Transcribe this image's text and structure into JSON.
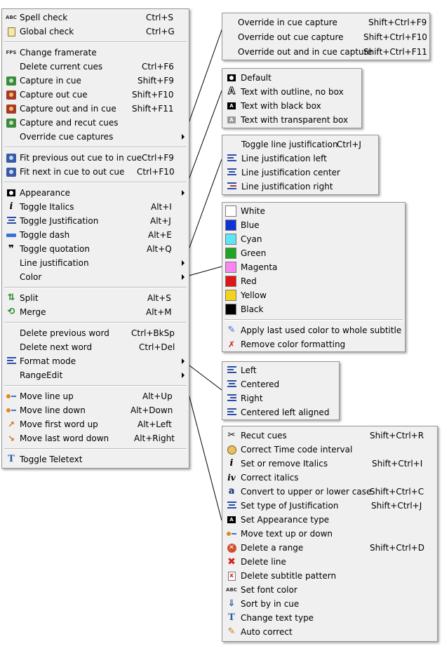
{
  "main_menu": {
    "items": [
      {
        "label": "Spell check",
        "shortcut": "Ctrl+S",
        "icon": "spell-check-icon"
      },
      {
        "label": "Global check",
        "shortcut": "Ctrl+G",
        "icon": "global-check-icon"
      },
      {
        "label": "Change framerate",
        "shortcut": "",
        "icon": "fps-icon"
      },
      {
        "label": "Delete current cues",
        "shortcut": "Ctrl+F6",
        "icon": ""
      },
      {
        "label": "Capture in cue",
        "shortcut": "Shift+F9",
        "icon": "capture-in-icon"
      },
      {
        "label": "Capture out cue",
        "shortcut": "Shift+F10",
        "icon": "capture-out-icon"
      },
      {
        "label": "Capture out and in cue",
        "shortcut": "Shift+F11",
        "icon": "capture-out-in-icon"
      },
      {
        "label": "Capture and recut cues",
        "shortcut": "",
        "icon": "capture-recut-icon"
      },
      {
        "label": "Override cue captures",
        "shortcut": "",
        "icon": ""
      },
      {
        "label": "Fit previous out cue to in cue",
        "shortcut": "Ctrl+F9",
        "icon": "fit-previous-icon"
      },
      {
        "label": "Fit next in cue to out cue",
        "shortcut": "Ctrl+F10",
        "icon": "fit-next-icon"
      },
      {
        "label": "Appearance",
        "shortcut": "",
        "icon": "appearance-icon"
      },
      {
        "label": "Toggle Italics",
        "shortcut": "Alt+I",
        "icon": "italic-icon"
      },
      {
        "label": "Toggle Justification",
        "shortcut": "Alt+J",
        "icon": "justification-icon"
      },
      {
        "label": "Toggle dash",
        "shortcut": "Alt+E",
        "icon": "dash-icon"
      },
      {
        "label": "Toggle quotation",
        "shortcut": "Alt+Q",
        "icon": "quotation-icon"
      },
      {
        "label": "Line justification",
        "shortcut": "",
        "icon": ""
      },
      {
        "label": "Color",
        "shortcut": "",
        "icon": ""
      },
      {
        "label": "Split",
        "shortcut": "Alt+S",
        "icon": "split-icon"
      },
      {
        "label": "Merge",
        "shortcut": "Alt+M",
        "icon": "merge-icon"
      },
      {
        "label": "Delete previous word",
        "shortcut": "Ctrl+BkSp",
        "icon": ""
      },
      {
        "label": "Delete next word",
        "shortcut": "Ctrl+Del",
        "icon": ""
      },
      {
        "label": "Format mode",
        "shortcut": "",
        "icon": "format-mode-icon"
      },
      {
        "label": "RangeEdit",
        "shortcut": "",
        "icon": ""
      },
      {
        "label": "Move line up",
        "shortcut": "Alt+Up",
        "icon": "move-line-up-icon"
      },
      {
        "label": "Move line down",
        "shortcut": "Alt+Down",
        "icon": "move-line-down-icon"
      },
      {
        "label": "Move first word up",
        "shortcut": "Alt+Left",
        "icon": "move-first-word-up-icon"
      },
      {
        "label": "Move last word down",
        "shortcut": "Alt+Right",
        "icon": "move-last-word-down-icon"
      },
      {
        "label": "Toggle Teletext",
        "shortcut": "",
        "icon": "teletext-icon"
      }
    ]
  },
  "override_menu": {
    "items": [
      {
        "label": "Override in cue capture",
        "shortcut": "Shift+Ctrl+F9"
      },
      {
        "label": "Override out cue capture",
        "shortcut": "Shift+Ctrl+F10"
      },
      {
        "label": "Override out and in cue capture",
        "shortcut": "Shift+Ctrl+F11"
      }
    ]
  },
  "appearance_menu": {
    "items": [
      {
        "label": "Default",
        "icon": "default-box-icon"
      },
      {
        "label": "Text with outline, no box",
        "icon": "outline-text-icon",
        "glyph": "A"
      },
      {
        "label": "Text with black box",
        "icon": "black-box-icon",
        "glyph": "A"
      },
      {
        "label": "Text with transparent box",
        "icon": "transparent-box-icon",
        "glyph": "A"
      }
    ]
  },
  "justification_menu": {
    "items": [
      {
        "label": "Toggle line justification",
        "shortcut": "Ctrl+J",
        "icon": ""
      },
      {
        "label": "Line justification left",
        "shortcut": "",
        "icon": "justify-left-icon"
      },
      {
        "label": "Line justification center",
        "shortcut": "",
        "icon": "justify-center-icon"
      },
      {
        "label": "Line justification right",
        "shortcut": "",
        "icon": "justify-right-icon"
      }
    ]
  },
  "color_menu": {
    "colors": [
      {
        "label": "White",
        "color": "#ffffff"
      },
      {
        "label": "Blue",
        "color": "#1033d6"
      },
      {
        "label": "Cyan",
        "color": "#5ee4f4"
      },
      {
        "label": "Green",
        "color": "#1fa51f"
      },
      {
        "label": "Magenta",
        "color": "#fb86f2"
      },
      {
        "label": "Red",
        "color": "#e01515"
      },
      {
        "label": "Yellow",
        "color": "#f4d31c"
      },
      {
        "label": "Black",
        "color": "#000000"
      }
    ],
    "actions": [
      {
        "label": "Apply last used color to whole subtitle",
        "icon": "apply-color-icon"
      },
      {
        "label": "Remove color formatting",
        "icon": "remove-color-icon"
      }
    ]
  },
  "format_menu": {
    "items": [
      {
        "label": "Left",
        "icon": "format-left-icon"
      },
      {
        "label": "Centered",
        "icon": "format-centered-icon"
      },
      {
        "label": "Right",
        "icon": "format-right-icon"
      },
      {
        "label": "Centered left aligned",
        "icon": "format-centered-left-icon"
      }
    ]
  },
  "range_menu": {
    "items": [
      {
        "label": "Recut cues",
        "shortcut": "Shift+Ctrl+R",
        "icon": "recut-icon"
      },
      {
        "label": "Correct Time code interval",
        "shortcut": "",
        "icon": "timecode-icon"
      },
      {
        "label": "Set or remove Italics",
        "shortcut": "Shift+Ctrl+I",
        "icon": "italic-icon"
      },
      {
        "label": "Correct italics",
        "shortcut": "",
        "icon": "correct-italics-icon"
      },
      {
        "label": "Convert to upper or lower case",
        "shortcut": "Shift+Ctrl+C",
        "icon": "case-icon"
      },
      {
        "label": "Set type of Justification",
        "shortcut": "Shift+Ctrl+J",
        "icon": "justification-icon"
      },
      {
        "label": "Set Appearance type",
        "shortcut": "",
        "icon": "appearance-icon"
      },
      {
        "label": "Move text up or down",
        "shortcut": "",
        "icon": "move-text-icon"
      },
      {
        "label": "Delete a range",
        "shortcut": "Shift+Ctrl+D",
        "icon": "delete-range-icon"
      },
      {
        "label": "Delete line",
        "shortcut": "",
        "icon": "delete-line-icon"
      },
      {
        "label": "Delete subtitle pattern",
        "shortcut": "",
        "icon": "delete-pattern-icon"
      },
      {
        "label": "Set font color",
        "shortcut": "",
        "icon": "font-color-icon"
      },
      {
        "label": "Sort by in cue",
        "shortcut": "",
        "icon": "sort-icon"
      },
      {
        "label": "Change text type",
        "shortcut": "",
        "icon": "text-type-icon"
      },
      {
        "label": "Auto correct",
        "shortcut": "",
        "icon": "auto-correct-icon"
      }
    ]
  },
  "icon_glyphs": {
    "spell": "ABC",
    "fps": "FPS",
    "italic": "i",
    "quote": "❞",
    "teletext": "T",
    "case": "a"
  }
}
